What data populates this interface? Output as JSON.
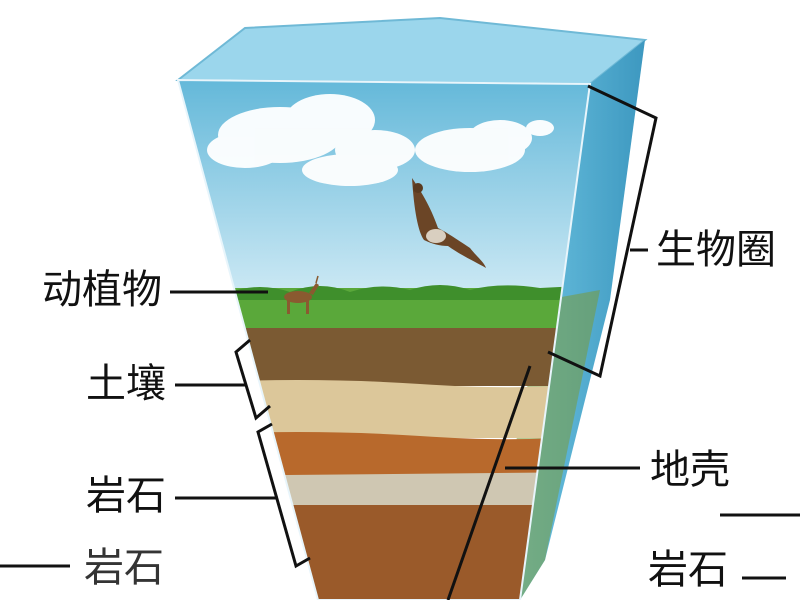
{
  "labels": {
    "animals_plants": "动植物",
    "soil": "土壤",
    "rock": "岩石",
    "rock_partial": "岩石",
    "biosphere": "生物圈",
    "crust": "地壳",
    "rock_right": "岩石"
  },
  "colors": {
    "sky_top": "#5fb6d8",
    "sky_bottom": "#cfeaf5",
    "grass": "#5aa83a",
    "topsoil": "#7b5a33",
    "sand": "#dcc79a",
    "rock_orange": "#b8692c",
    "rock_light": "#cfc7b2",
    "bedrock": "#9a5a2a",
    "side_face": "#4aa6cc"
  }
}
